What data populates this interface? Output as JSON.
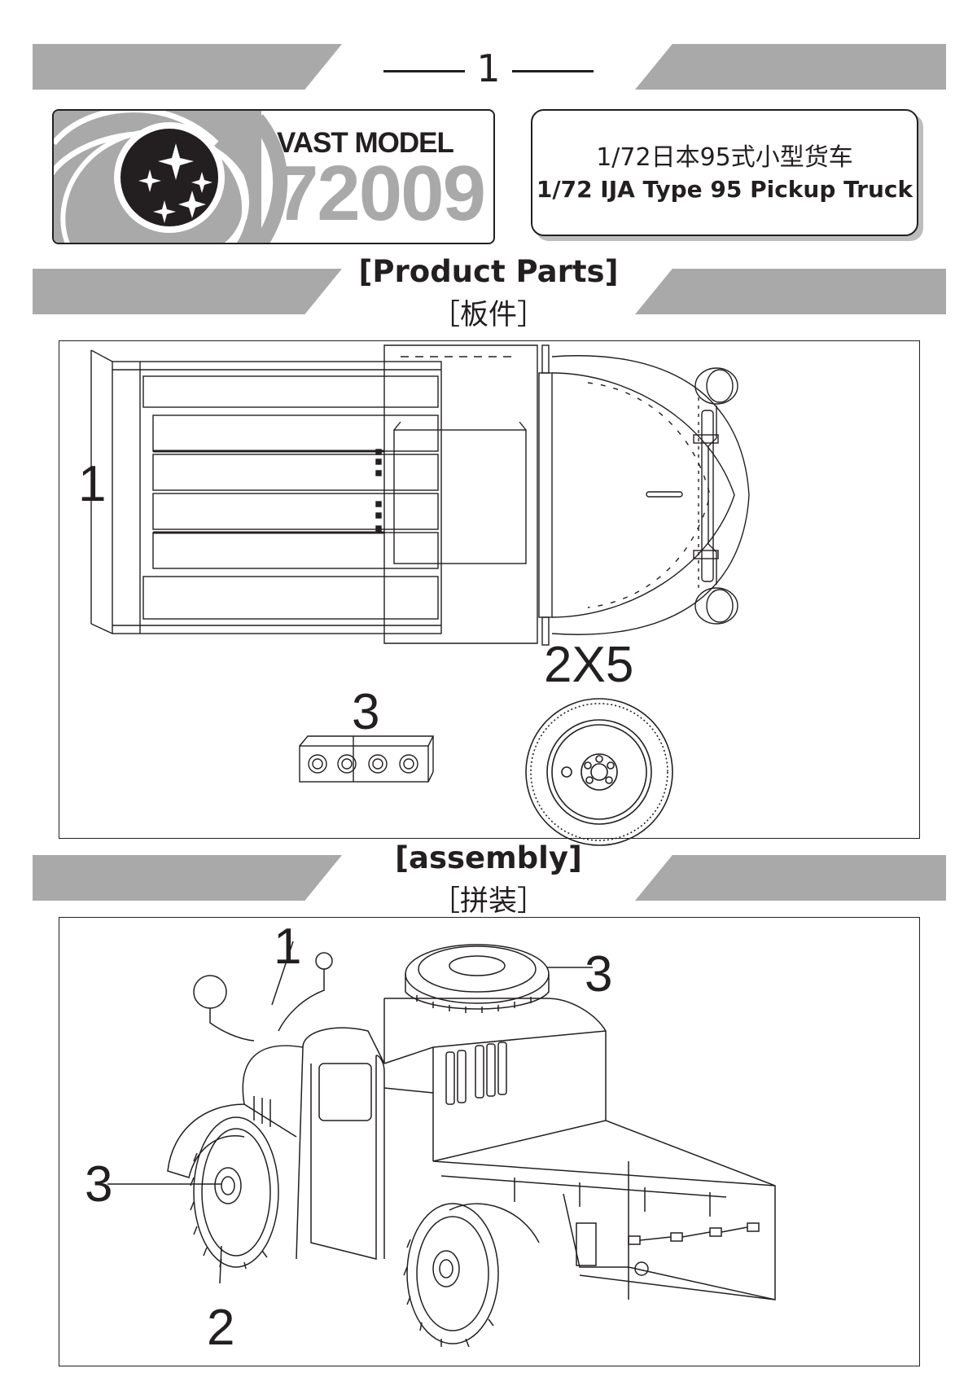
{
  "header": {
    "page_number": "1"
  },
  "logo": {
    "brand": "VAST MODEL",
    "code": "72009"
  },
  "title": {
    "cn": "1/72日本95式小型货车",
    "en": "1/72 IJA Type 95 Pickup Truck"
  },
  "sections": {
    "parts": {
      "en": "[Product Parts]",
      "cn": "［板件］"
    },
    "assembly": {
      "en": "[assembly]",
      "cn": "［拼装］"
    }
  },
  "parts_panel": {
    "label_1": "1",
    "label_3": "3",
    "label_2x5": "2X5"
  },
  "assembly_panel": {
    "label_1": "1",
    "label_3_top": "3",
    "label_3_left": "3",
    "label_2": "2"
  },
  "colors": {
    "band": "#a9a9a9",
    "ink": "#231f20"
  }
}
